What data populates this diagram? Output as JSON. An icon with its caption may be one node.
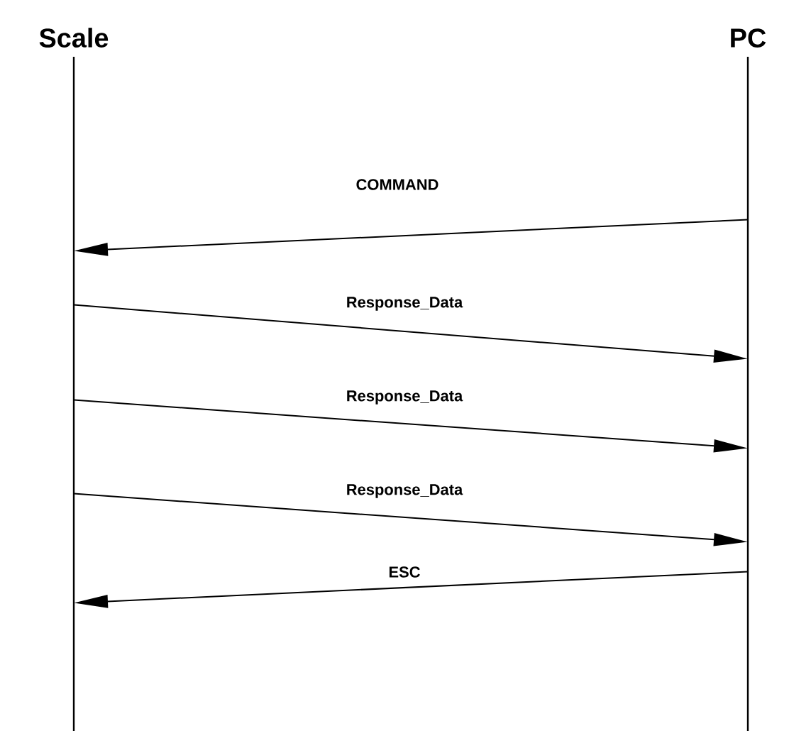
{
  "diagram": {
    "nodes": [
      {
        "text": [
          "Scale"
        ]
      },
      {
        "text": [
          "PC"
        ]
      }
    ],
    "edges": [
      {
        "from": 1,
        "to": 0,
        "arrow": "to",
        "label": "COMMAND"
      },
      {
        "from": 0,
        "to": 1,
        "arrow": "to",
        "label": "Response_Data"
      },
      {
        "from": 0,
        "to": 1,
        "arrow": "to",
        "label": "Response_Data"
      },
      {
        "from": 0,
        "to": 1,
        "arrow": "to",
        "label": "Response_Data"
      },
      {
        "from": 1,
        "to": 0,
        "arrow": "to",
        "label": "ESC"
      }
    ]
  }
}
